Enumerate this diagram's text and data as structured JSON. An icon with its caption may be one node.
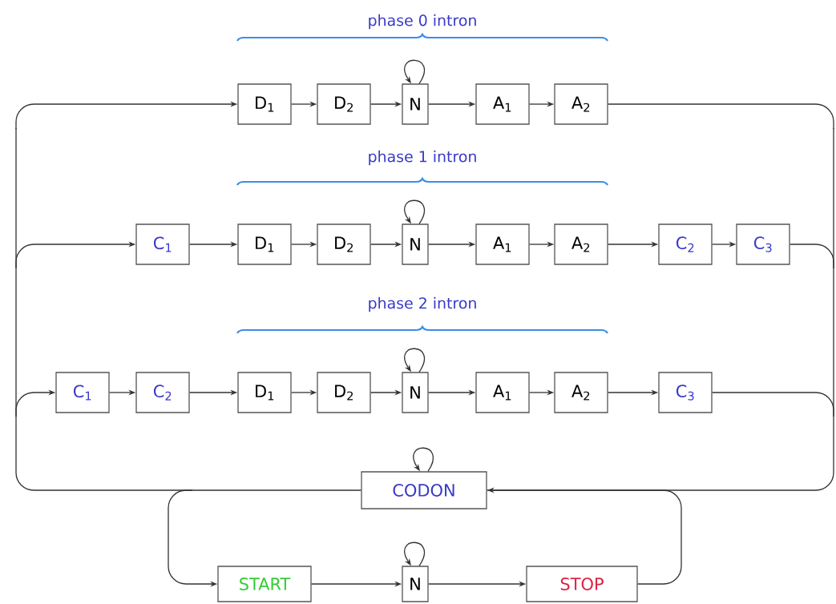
{
  "diagram": {
    "nodes": [
      {
        "text": [
          "D$_{1}$"
        ]
      },
      {
        "text": [
          "D$_{2}$"
        ]
      },
      {
        "text": [
          "N"
        ]
      },
      {
        "text": [
          "A$_{1}$"
        ]
      },
      {
        "text": [
          "A$_{2}$"
        ]
      },
      {
        "text": [
          "C$_{1}$"
        ]
      },
      {
        "text": [
          "D$_{1}$"
        ]
      },
      {
        "text": [
          "D$_{2}$"
        ]
      },
      {
        "text": [
          "N"
        ]
      },
      {
        "text": [
          "A$_{1}$"
        ]
      },
      {
        "text": [
          "A$_{2}$"
        ]
      },
      {
        "text": [
          "C$_{2}$"
        ]
      },
      {
        "text": [
          "C$_{3}$"
        ]
      },
      {
        "text": [
          "C$_{1}$"
        ]
      },
      {
        "text": [
          "C$_{2}$"
        ]
      },
      {
        "text": [
          "D$_{1}$"
        ]
      },
      {
        "text": [
          "D$_{2}$"
        ]
      },
      {
        "text": [
          "N"
        ]
      },
      {
        "text": [
          "A$_{1}$"
        ]
      },
      {
        "text": [
          "A$_{2}$"
        ]
      },
      {
        "text": [
          "C$_{3}$"
        ]
      },
      {
        "text": [
          "CODON"
        ]
      },
      {
        "text": [
          "START"
        ]
      },
      {
        "text": [
          "N"
        ]
      },
      {
        "text": [
          "STOP"
        ]
      }
    ],
    "edges": [
      {
        "from": 0,
        "to": 1,
        "arrow": "to"
      },
      {
        "from": 1,
        "to": 2,
        "arrow": "to"
      },
      {
        "from": 2,
        "to": 2,
        "arrow": "to"
      },
      {
        "from": 2,
        "to": 3,
        "arrow": "to"
      },
      {
        "from": 3,
        "to": 4,
        "arrow": "to"
      },
      {
        "from": 5,
        "to": 6,
        "arrow": "to"
      },
      {
        "from": 6,
        "to": 7,
        "arrow": "to"
      },
      {
        "from": 7,
        "to": 8,
        "arrow": "to"
      },
      {
        "from": 8,
        "to": 8,
        "arrow": "to"
      },
      {
        "from": 8,
        "to": 9,
        "arrow": "to"
      },
      {
        "from": 9,
        "to": 10,
        "arrow": "to"
      },
      {
        "from": 10,
        "to": 11,
        "arrow": "to"
      },
      {
        "from": 11,
        "to": 12,
        "arrow": "to"
      },
      {
        "from": 13,
        "to": 14,
        "arrow": "to"
      },
      {
        "from": 14,
        "to": 15,
        "arrow": "to"
      },
      {
        "from": 15,
        "to": 16,
        "arrow": "to"
      },
      {
        "from": 16,
        "to": 17,
        "arrow": "to"
      },
      {
        "from": 17,
        "to": 17,
        "arrow": "to"
      },
      {
        "from": 17,
        "to": 18,
        "arrow": "to"
      },
      {
        "from": 18,
        "to": 19,
        "arrow": "to"
      },
      {
        "from": 19,
        "to": 20,
        "arrow": "to"
      },
      {
        "from": 21,
        "to": 21,
        "arrow": "to"
      },
      {
        "from": 21,
        "to": 0,
        "arrow": "to"
      },
      {
        "from": 21,
        "to": 5,
        "arrow": "to"
      },
      {
        "from": 21,
        "to": 13,
        "arrow": "to"
      },
      {
        "from": 21,
        "to": 22,
        "arrow": "to"
      },
      {
        "from": 4,
        "to": 21,
        "arrow": "to"
      },
      {
        "from": 12,
        "to": 21,
        "arrow": "to"
      },
      {
        "from": 20,
        "to": 21,
        "arrow": "to"
      },
      {
        "from": 24,
        "to": 21,
        "arrow": "to"
      },
      {
        "from": 22,
        "to": 23,
        "arrow": "to"
      },
      {
        "from": 23,
        "to": 23,
        "arrow": "to"
      },
      {
        "from": 23,
        "to": 24,
        "arrow": "to"
      }
    ],
    "labels": [
      "phase 0 intron",
      "phase 1 intron",
      "phase 2 intron"
    ]
  }
}
